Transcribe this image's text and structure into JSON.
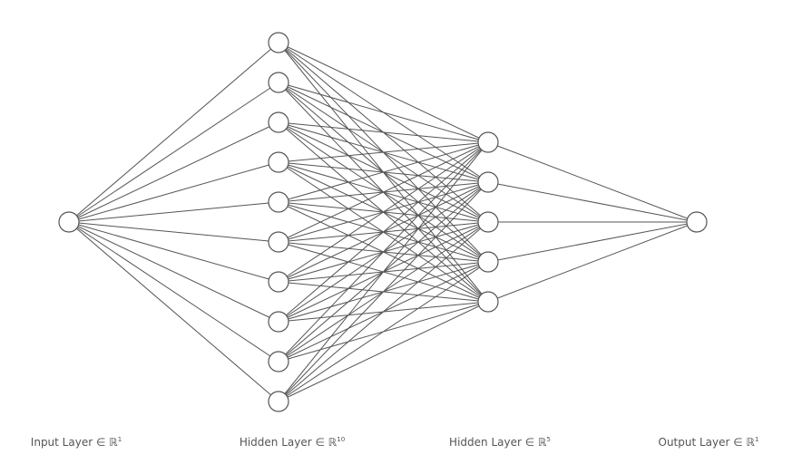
{
  "diagram": {
    "type": "neural-network",
    "layers": [
      {
        "label": "Input Layer ∈ ℝ",
        "dim": "1",
        "neurons": 1
      },
      {
        "label": "Hidden Layer ∈ ℝ",
        "dim": "10",
        "neurons": 10
      },
      {
        "label": "Hidden Layer ∈ ℝ",
        "dim": "5",
        "neurons": 5
      },
      {
        "label": "Output Layer ∈ ℝ",
        "dim": "1",
        "neurons": 1
      }
    ],
    "fully_connected": true,
    "colors": {
      "stroke": "#555555",
      "node_fill": "#ffffff",
      "label": "#555555",
      "background": "#ffffff"
    }
  }
}
